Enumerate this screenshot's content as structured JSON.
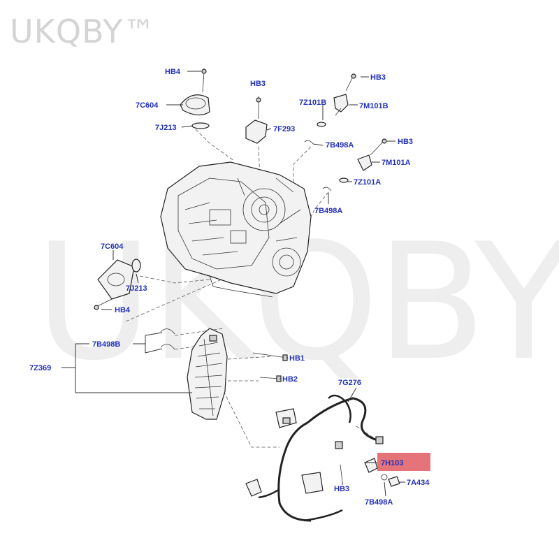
{
  "watermark": {
    "small": "UKQBY™",
    "large": "UKQBY™"
  },
  "colors": {
    "label": "#2230b8",
    "highlight": "#e05b63",
    "lines": "#333333"
  },
  "labels": {
    "hb4_top": "HB4",
    "c604_top": "7C604",
    "j213_top": "7J213",
    "hb3_top_center": "HB3",
    "f293": "7F293",
    "z101b": "7Z101B",
    "hb3_top_right": "HB3",
    "m101b": "7M101B",
    "b498a_upper": "7B498A",
    "hb3_mid_right": "HB3",
    "m101a": "7M101A",
    "z101a": "7Z101A",
    "b498a_mid": "7B498A",
    "c604_left": "7C604",
    "j213_left": "7J213",
    "hb4_left": "HB4",
    "b498b": "7B498B",
    "z369": "7Z369",
    "hb1": "HB1",
    "hb2": "HB2",
    "g276": "7G276",
    "h103": "7H103",
    "hb3_bottom": "HB3",
    "a434": "7A434",
    "b498a_bottom": "7B498A"
  }
}
